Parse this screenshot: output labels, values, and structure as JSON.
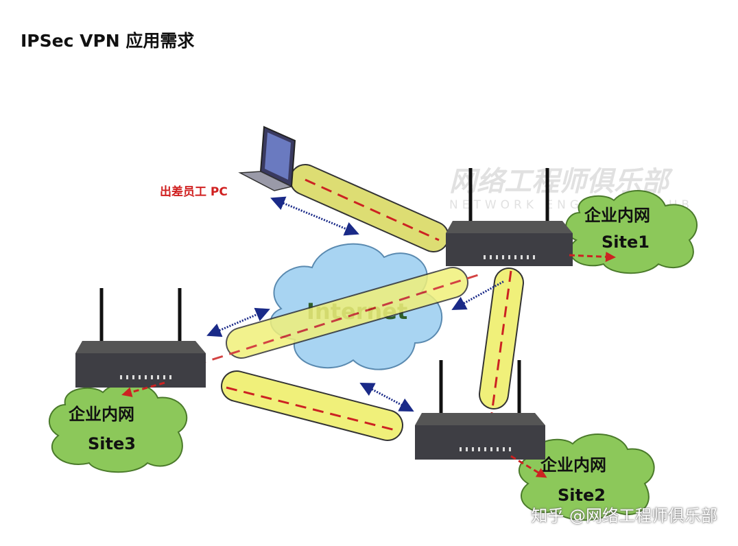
{
  "title": "IPSec VPN 应用需求",
  "watermark": {
    "cn": "网络工程师俱乐部",
    "en": "NETWORK ENGINEER CLUB"
  },
  "credit": "知乎 @网络工程师俱乐部",
  "nodes": {
    "pc_label": "出差员工 PC",
    "internet_label": "Internet",
    "site1": {
      "line1": "企业内网",
      "line2": "Site1"
    },
    "site2": {
      "line1": "企业内网",
      "line2": "Site2"
    },
    "site3": {
      "line1": "企业内网",
      "line2": "Site3"
    }
  },
  "colors": {
    "tunnel": "#f0f07a",
    "tunnel_dash": "#cc2222",
    "cloud_site": "#8cc85a",
    "cloud_internet": "#a8d4f2",
    "arrow": "#1a2a88"
  }
}
